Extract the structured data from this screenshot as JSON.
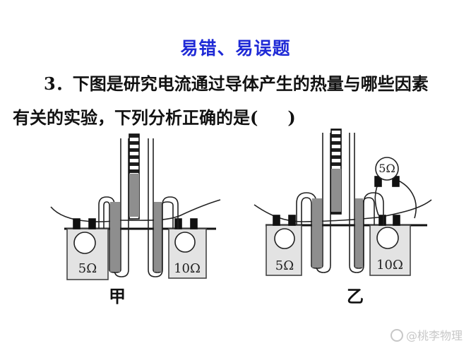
{
  "document": {
    "section_title": "易错、易误题",
    "question_number": "3．",
    "question_line1": "下图是研究电流通过导体产生的热量与哪些因素",
    "question_line2_prefix": "有关的实验，下列分析正确的是(",
    "question_line2_suffix": ")"
  },
  "figures": {
    "left": {
      "caption": "甲",
      "left_resistor": "5Ω",
      "right_resistor": "10Ω"
    },
    "right": {
      "caption": "乙",
      "left_resistor": "5Ω",
      "right_resistor": "10Ω",
      "external_resistor": "5Ω"
    }
  },
  "watermark": {
    "text": "@桃李物理"
  },
  "colors": {
    "title": "#1f2ad6",
    "text": "#111111",
    "line": "#222222",
    "container_fill": "#e3e3e3",
    "liquid_fill": "#8e8e8e",
    "scale_dark": "#1d1d1d"
  },
  "icons": {
    "watermark_icon": "circle-icon"
  }
}
